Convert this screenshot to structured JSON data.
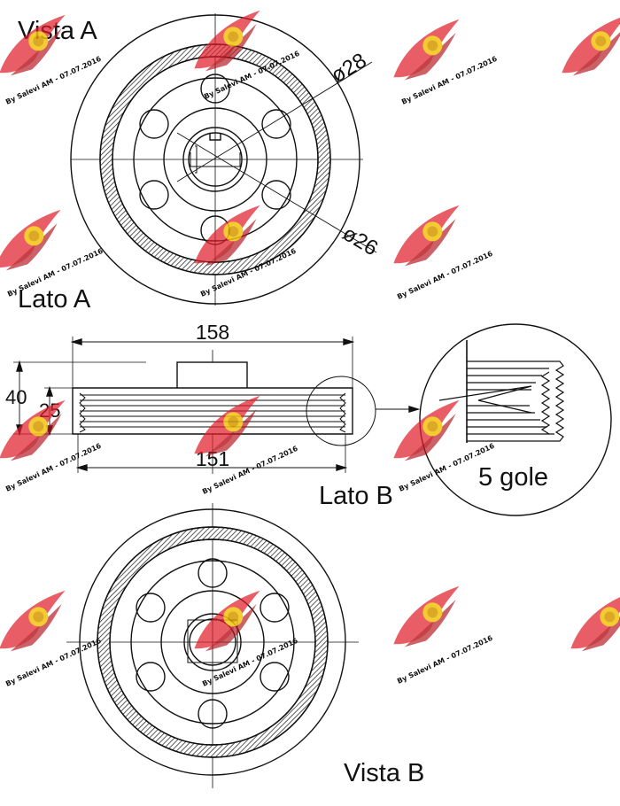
{
  "labels": {
    "vista_a": "Vista A",
    "lato_a": "Lato A",
    "lato_b": "Lato B",
    "vista_b": "Vista B",
    "grooves": "5 gole"
  },
  "dimensions": {
    "diameter_outer_hub": "ø28",
    "diameter_inner": "ø26",
    "width_overall": "158",
    "width_pulley": "151",
    "height_overall": "40",
    "height_pulley": "25"
  },
  "watermark": {
    "text": "By Salevi AM - 07.07.2016",
    "color_primary": "#e0202a",
    "color_secondary": "#f4c20d"
  },
  "colors": {
    "line": "#111111",
    "hatch": "#555555",
    "background": "#ffffff"
  }
}
